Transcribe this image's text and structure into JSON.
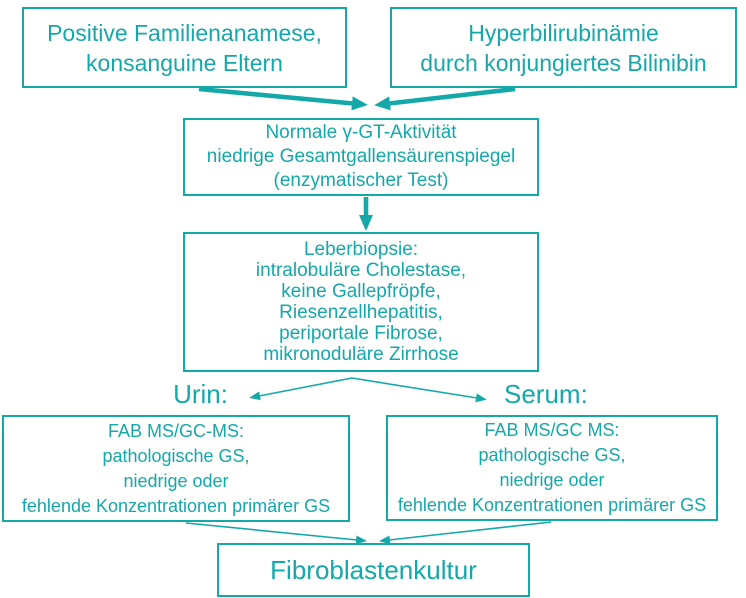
{
  "theme": {
    "accent_color": "#15a8a9",
    "background_color": "#ffffff"
  },
  "boxes": {
    "family_history": {
      "lines": [
        "Positive Familienanamese,",
        "konsanguine Eltern"
      ]
    },
    "hyperbilirubinemia": {
      "lines": [
        "Hyperbilirubinämie",
        "durch konjungiertes Bilinibin"
      ]
    },
    "ggt_test": {
      "lines": [
        "Normale γ-GT-Aktivität",
        "niedrige Gesamtgallensäurenspiegel",
        "(enzymatischer Test)"
      ]
    },
    "liver_biopsy": {
      "title": "Leberbiopsie:",
      "lines": [
        "intralobuläre Cholestase,",
        "keine Gallepfröpfe,",
        "Riesenzellhepatitis,",
        "periportale Fibrose,",
        "mikronoduläre Zirrhose"
      ]
    },
    "urine_analysis": {
      "lines": [
        "FAB MS/GC-MS:",
        "pathologische GS,",
        "niedrige oder",
        "fehlende Konzentrationen primärer GS"
      ]
    },
    "serum_analysis": {
      "lines": [
        "FAB MS/GC MS:",
        "pathologische GS,",
        "niedrige oder",
        "fehlende Konzentrationen primärer GS"
      ]
    },
    "fibroblast_culture": {
      "title": "Fibroblastenkultur"
    }
  },
  "labels": {
    "urine": "Urin:",
    "serum": "Serum:"
  }
}
